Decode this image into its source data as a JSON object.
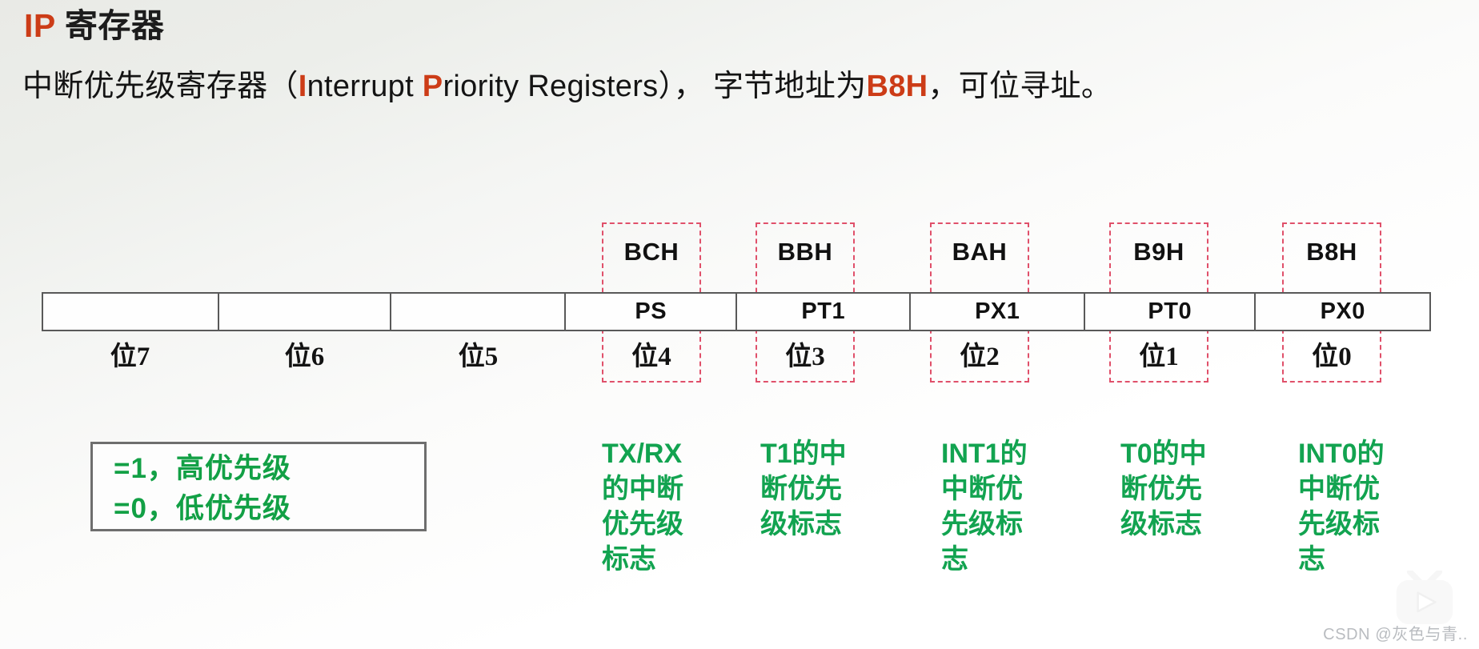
{
  "slide": {
    "title_accent": "IP",
    "title_plain": " 寄存器",
    "intro_pre": "中断优先级寄存器（",
    "intro_i": "I",
    "intro_nterrupt": "nterrupt ",
    "intro_p": "P",
    "intro_riority": "riority Registers",
    "intro_mid": "）， 字节地址为",
    "intro_addr": "B8H",
    "intro_post": "，可位寻址。"
  },
  "register": {
    "cells": [
      {
        "name": "",
        "bit_label": "位7",
        "address": "",
        "highlighted": false
      },
      {
        "name": "",
        "bit_label": "位6",
        "address": "",
        "highlighted": false
      },
      {
        "name": "",
        "bit_label": "位5",
        "address": "",
        "highlighted": false
      },
      {
        "name": "PS",
        "bit_label": "位4",
        "address": "BCH",
        "highlighted": true
      },
      {
        "name": "PT1",
        "bit_label": "位3",
        "address": "BBH",
        "highlighted": true
      },
      {
        "name": "PX1",
        "bit_label": "位2",
        "address": "BAH",
        "highlighted": true
      },
      {
        "name": "PT0",
        "bit_label": "位1",
        "address": "B9H",
        "highlighted": true
      },
      {
        "name": "PX0",
        "bit_label": "位0",
        "address": "B8H",
        "highlighted": true
      }
    ]
  },
  "legend": {
    "line1": "=1，高优先级",
    "line2": "=0，低优先级"
  },
  "annotations": [
    {
      "text": "TX/RX的中断优先级标志",
      "for_bit": "位4"
    },
    {
      "text": "T1的中断优先级标志",
      "for_bit": "位3"
    },
    {
      "text": "INT1的中断优先级标志",
      "for_bit": "位2"
    },
    {
      "text": "T0的中断优先级标志",
      "for_bit": "位1"
    },
    {
      "text": "INT0的中断优先级标志",
      "for_bit": "位0"
    }
  ],
  "watermark": {
    "csdn": "CSDN @灰色与青.."
  },
  "colors": {
    "accent_red": "#cc3c17",
    "green": "#12a350",
    "dashed_pink": "#e0506a",
    "border_gray": "#595959"
  }
}
